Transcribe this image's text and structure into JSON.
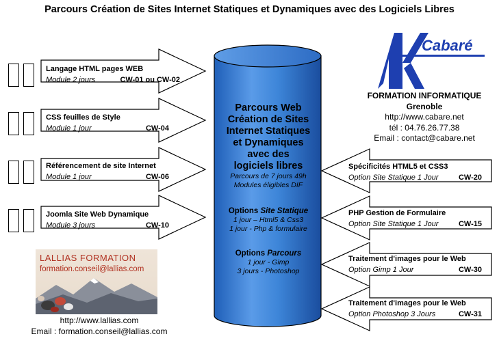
{
  "title": "Parcours Création de Sites Internet Statiques et Dynamiques avec des Logiciels Libres",
  "left_modules": [
    {
      "title": "Langage HTML pages WEB",
      "sub": "Module 2 jours",
      "code": "CW-01 ou CW-02"
    },
    {
      "title": "CSS feuilles de Style",
      "sub": "Module 1 jour",
      "code": "CW-04"
    },
    {
      "title": "Référencement de site Internet",
      "sub": "Module 1 jour",
      "code": "CW-06"
    },
    {
      "title": "Joomla Site Web Dynamique",
      "sub": "Module 3 jours",
      "code": "CW-10"
    }
  ],
  "right_modules": [
    {
      "title": "Spécificités HTML5 et CSS3",
      "sub": "Option Site Statique 1 Jour",
      "code": "CW-20"
    },
    {
      "title": "PHP Gestion de Formulaire",
      "sub": "Option Site Statique 1 Jour",
      "code": "CW-15"
    },
    {
      "title": "Traitement d'images pour le Web",
      "sub": "Option Gimp 1 Jour",
      "code": "CW-30"
    },
    {
      "title": "Traitement d'images pour le Web",
      "sub": "Option Photoshop 3 Jours",
      "code": "CW-31"
    }
  ],
  "center": {
    "title_lines": [
      "Parcours Web",
      "Création de Sites",
      "Internet Statiques",
      "et Dynamiques",
      "avec des",
      "logiciels libres"
    ],
    "subtitle_lines": [
      "Parcours de 7 jours 49h",
      "Modules éligibles DIF"
    ],
    "static_heading": "Options",
    "static_heading_italic": "Site Statique",
    "static_lines": [
      "1 jour – Html5 & Css3",
      "1 jour  - Php & formulaire"
    ],
    "parcours_heading": "Options",
    "parcours_heading_italic": "Parcours",
    "parcours_lines": [
      "1 jour - Gimp",
      "3 jours  - Photoshop"
    ]
  },
  "cabare": {
    "logo_k": "k",
    "logo_name": "Cabaré",
    "heading": "FORMATION INFORMATIQUE",
    "city": "Grenoble",
    "url": "http://www.cabare.net",
    "phone": "tél : 04.76.26.77.38",
    "email": "Email : contact@cabare.net"
  },
  "lallias": {
    "logo_title": "LALLIAS FORMATION",
    "logo_email": "formation.conseil@lallias.com",
    "url": "http://www.lallias.com",
    "email": "Email : formation.conseil@lallias.com"
  },
  "colors": {
    "cylinder_blue": "#3b82d6",
    "cylinder_dark": "#1b4fa3",
    "logo_blue": "#1e3fb0",
    "lallias_red": "#b03020"
  }
}
